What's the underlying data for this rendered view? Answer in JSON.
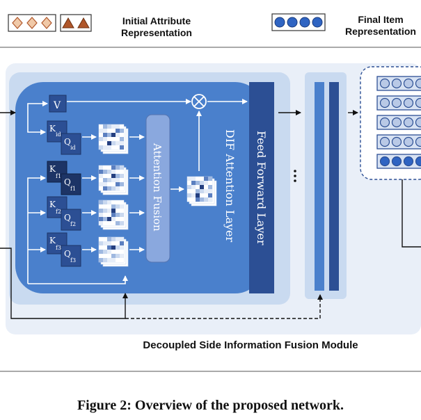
{
  "legend": {
    "initial_label": "Initial Attribute Representation",
    "final_label": "Final Item Representation"
  },
  "module": {
    "title": "Decoupled Side Information Fusion Module",
    "dif_layer_label": "DIF Attention Layer",
    "ffn_label": "Feed Forward Layer",
    "attention_fusion_label": "Attention Fusion",
    "ellipsis": "⋮"
  },
  "inputs": {
    "v": "V",
    "k_id": "K",
    "k_id_sub": "id",
    "q_id": "Q",
    "q_id_sub": "id",
    "k_f1": "K",
    "k_f1_sub": "f1",
    "q_f1": "Q",
    "q_f1_sub": "f1",
    "k_f2": "K",
    "k_f2_sub": "f2",
    "q_f2": "Q",
    "q_f2_sub": "f2",
    "k_f3": "K",
    "k_f3_sub": "f3",
    "q_f3": "Q",
    "q_f3_sub": "f3",
    "multiply_symbol": "⊗"
  },
  "caption": "Figure 2: Overview of the proposed network.",
  "colors": {
    "outer_bg": "#e9eff8",
    "panel_bg": "#c9daf0",
    "inner_bg": "#4a80cc",
    "ffn": "#2c4f94",
    "fusion": "#8aa8de",
    "diamond": "#f0c9a8",
    "triangle": "#b0562a",
    "circle": "#2f64c2"
  }
}
